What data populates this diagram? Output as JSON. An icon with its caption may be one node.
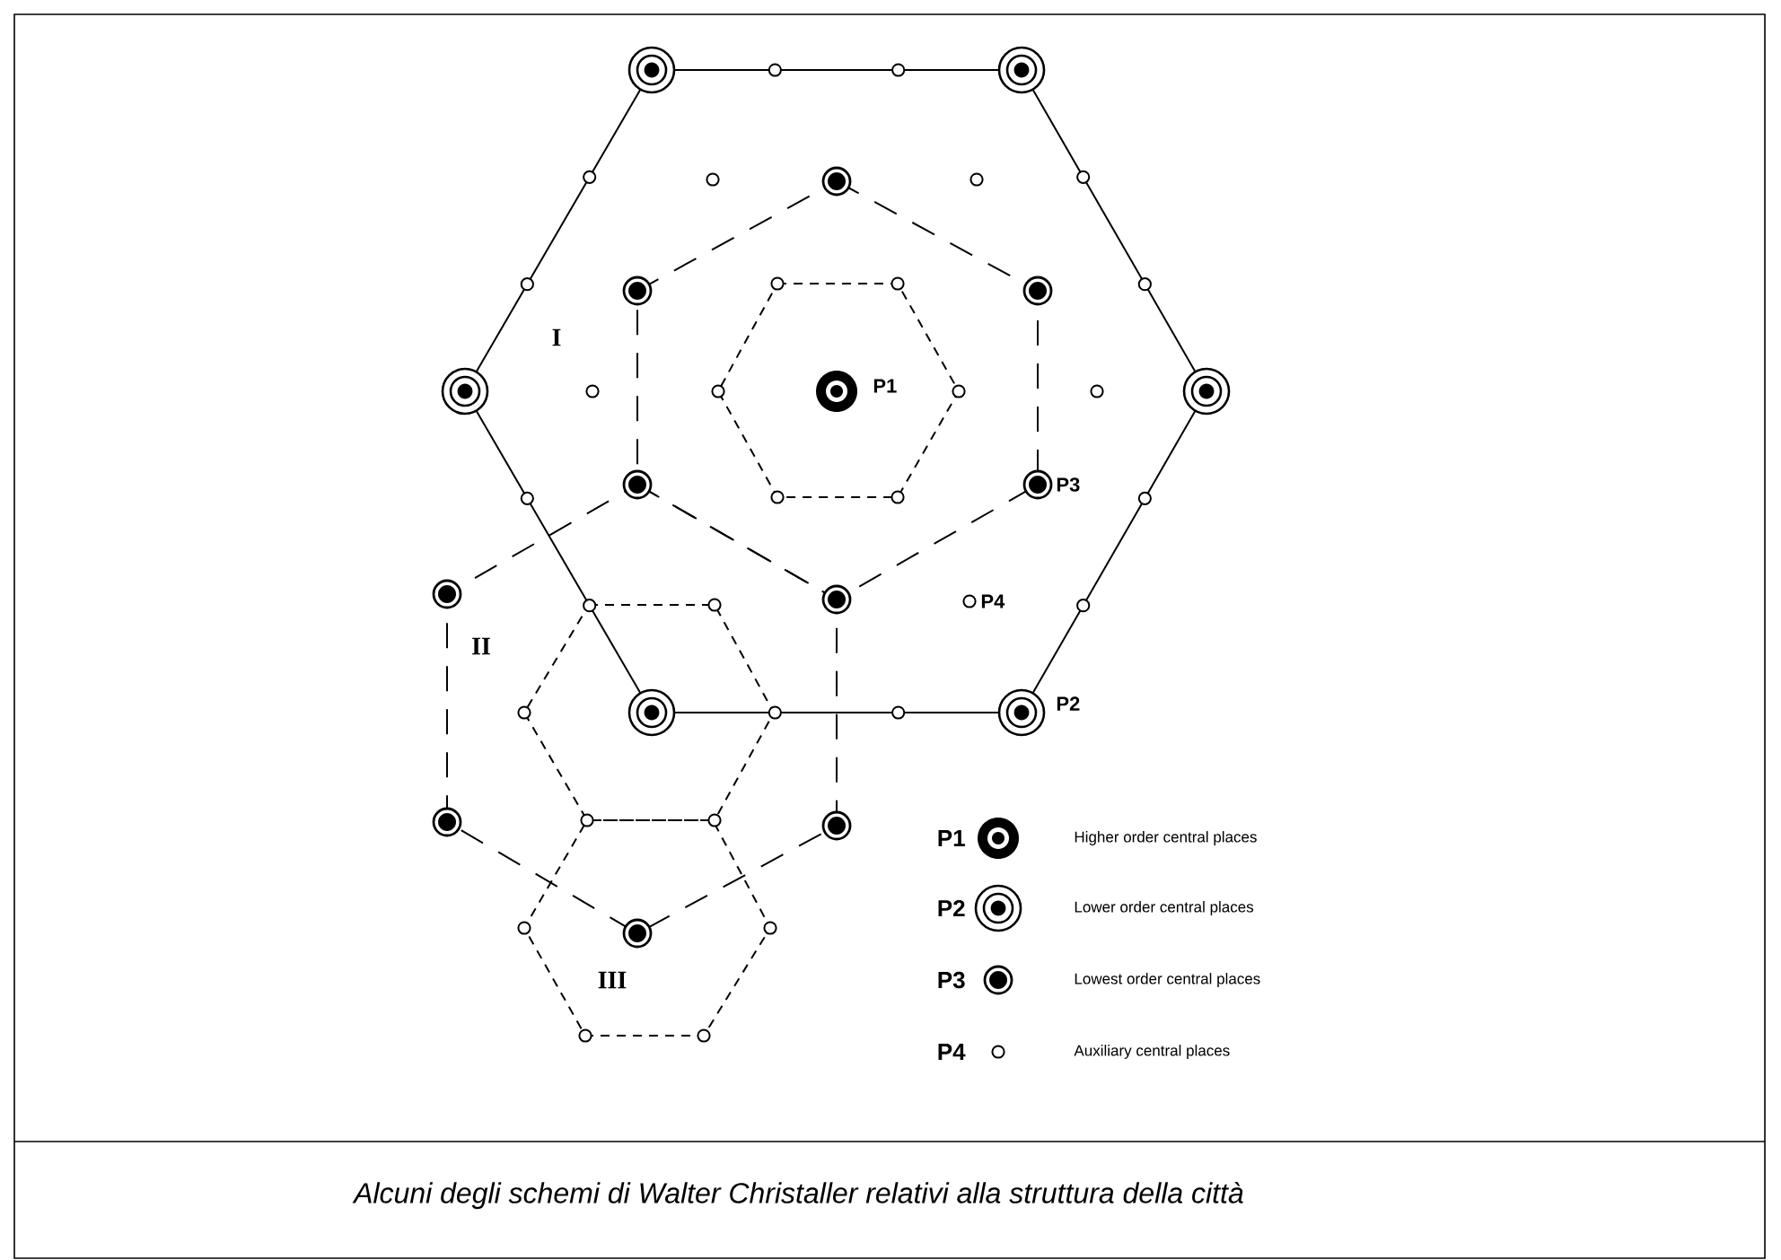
{
  "diagram": {
    "caption": "Alcuni degli schemi di Walter Christaller relativi alla struttura della città",
    "labels": [
      "I",
      "P1",
      "P3",
      "P4",
      "II",
      "P2",
      "III",
      "P1",
      "P2",
      "P3",
      "P4"
    ],
    "legend": [
      {
        "text": "Higher order central places"
      },
      {
        "text": "Lower order central places"
      },
      {
        "text": "Lowest order central places"
      },
      {
        "text": "Auxiliary central places"
      }
    ]
  }
}
